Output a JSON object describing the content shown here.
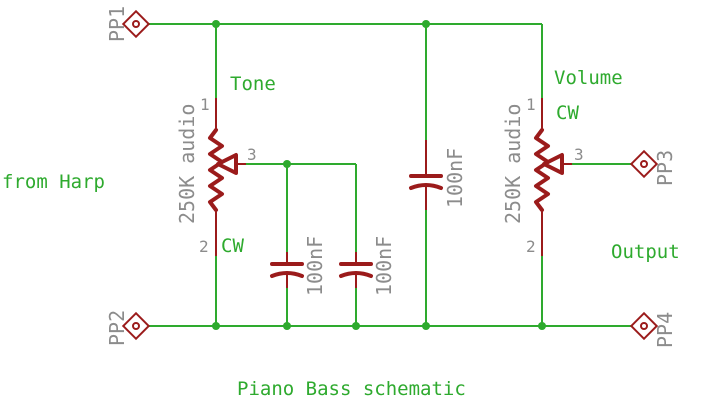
{
  "title": "Piano Bass schematic",
  "input_label": "from Harp",
  "output_label": "Output",
  "pads": {
    "pp1": "PP1",
    "pp2": "PP2",
    "pp3": "PP3",
    "pp4": "PP4"
  },
  "tone_pot": {
    "name": "Tone",
    "value": "250K audio",
    "pin1": "1",
    "pin2": "2",
    "pin3": "3",
    "cw": "CW"
  },
  "volume_pot": {
    "name": "Volume",
    "value": "250K audio",
    "pin1": "1",
    "pin2": "2",
    "pin3": "3",
    "cw": "CW"
  },
  "capacitors": [
    {
      "value": "100nF"
    },
    {
      "value": "100nF"
    },
    {
      "value": "100nF"
    }
  ],
  "colors": {
    "wire": "#2eaa2e",
    "part": "#9b1b1b",
    "label": "#8c8c8c"
  }
}
